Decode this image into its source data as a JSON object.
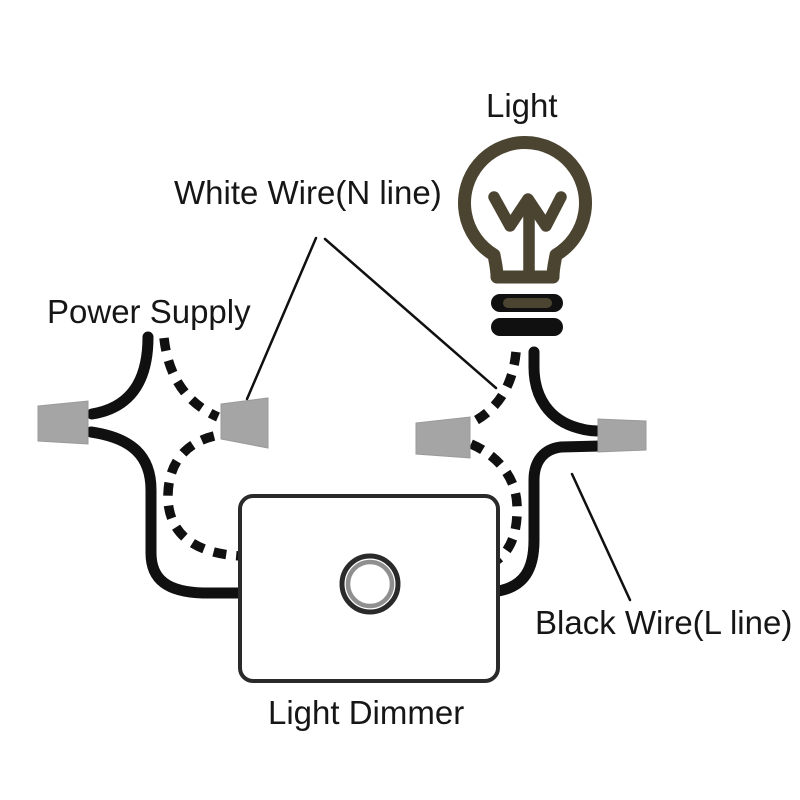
{
  "title": "Light dimmer wiring diagram",
  "colors": {
    "background": "#ffffff",
    "text": "#161616",
    "wire": "#101010",
    "connector": "#a5a5a5",
    "connector_edge": "#9a9a9a",
    "bulb": "#4a4430",
    "box_border": "#2a2a2a",
    "knob_ring": "#8f8f8f"
  },
  "labels": {
    "light": "Light",
    "white_wire": "White Wire(N line)",
    "power_supply": "Power Supply",
    "black_wire": "Black Wire(L line)",
    "light_dimmer": "Light Dimmer"
  },
  "components": {
    "bulb_icon": "light-bulb-icon",
    "dimmer_box": "light-dimmer-box",
    "knob": "dimmer-knob",
    "connectors": [
      "wire-nut-left",
      "wire-nut-mid-left",
      "wire-nut-mid-right",
      "wire-nut-right"
    ],
    "wires": {
      "solid": "black wire (L line)",
      "dashed": "white wire (N line)"
    }
  }
}
